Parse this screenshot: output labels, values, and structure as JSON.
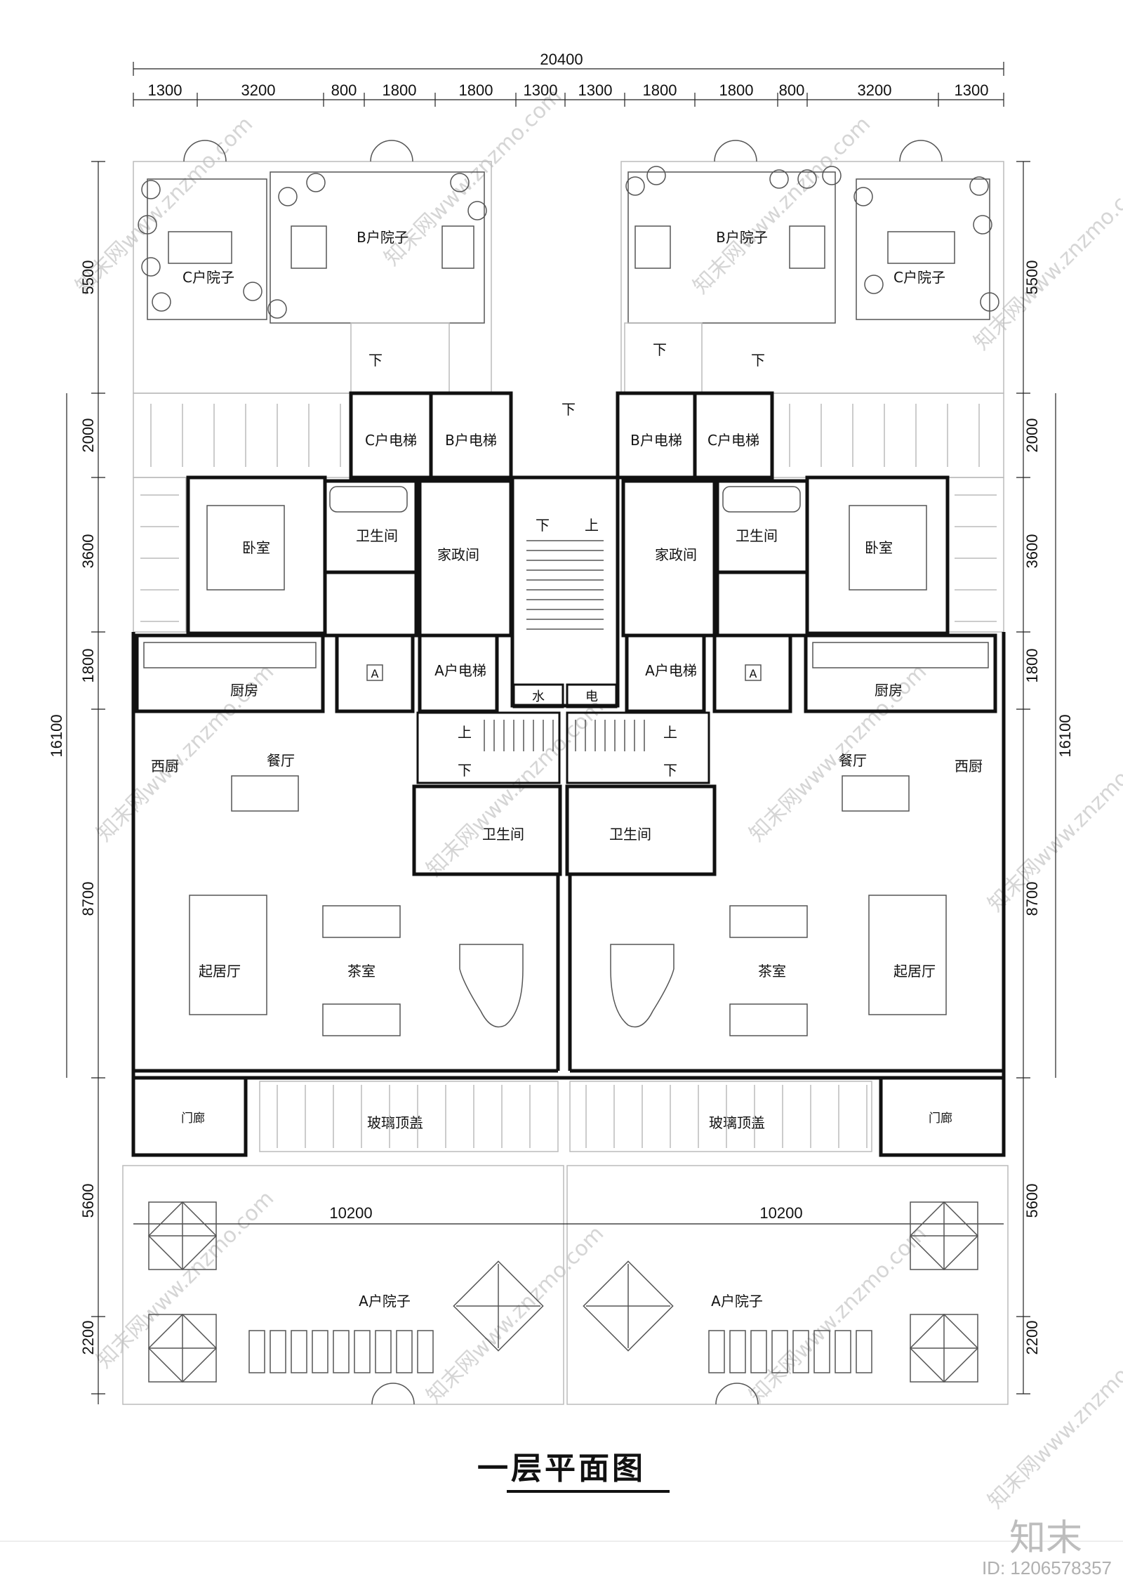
{
  "title": "一层平面图",
  "watermark": {
    "text": "知末网www.znzmo.com",
    "logo": "知末",
    "id_text": "ID: 1206578357"
  },
  "dimensions": {
    "total_width": "20400",
    "top_segments": [
      "1300",
      "3200",
      "800",
      "1800",
      "1800",
      "1300",
      "1300",
      "1800",
      "1800",
      "800",
      "3200",
      "1300"
    ],
    "left_vertical": [
      "5500",
      "2000",
      "3600",
      "1800",
      "8700",
      "5600",
      "2200"
    ],
    "right_vertical": [
      "5500",
      "2000",
      "3600",
      "1800",
      "8700",
      "5600",
      "2200"
    ],
    "total_depth_left": "16100",
    "total_depth_right": "16100",
    "courtyard_width_left": "10200",
    "courtyard_width_right": "10200"
  },
  "rooms": {
    "c_yard_left": "C户院子",
    "b_yard_left": "B户院子",
    "b_yard_right": "B户院子",
    "c_yard_right": "C户院子",
    "c_elevator_left": "C户电梯",
    "b_elevator_left": "B户电梯",
    "b_elevator_right": "B户电梯",
    "c_elevator_right": "C户电梯",
    "bedroom_left": "卧室",
    "bath_upper_left": "卫生间",
    "housekeeping_left": "家政间",
    "housekeeping_right": "家政间",
    "bath_upper_right": "卫生间",
    "bedroom_right": "卧室",
    "kitchen_left": "厨房",
    "shaft_a_left": "A",
    "a_elevator_left": "A户电梯",
    "water": "水",
    "power": "电",
    "a_elevator_right": "A户电梯",
    "shaft_a_right": "A",
    "kitchen_right": "厨房",
    "western_kitchen_left": "西厨",
    "dining_left": "餐厅",
    "bath_lower_left": "卫生间",
    "bath_lower_right": "卫生间",
    "dining_right": "餐厅",
    "western_kitchen_right": "西厨",
    "living_left": "起居厅",
    "tea_left": "茶室",
    "tea_right": "茶室",
    "living_right": "起居厅",
    "porch_left": "门廊",
    "glass_roof_left": "玻璃顶盖",
    "glass_roof_right": "玻璃顶盖",
    "porch_right": "门廊",
    "a_yard_left": "A户院子",
    "a_yard_right": "A户院子"
  },
  "stairs": {
    "up": "上",
    "down": "下"
  }
}
